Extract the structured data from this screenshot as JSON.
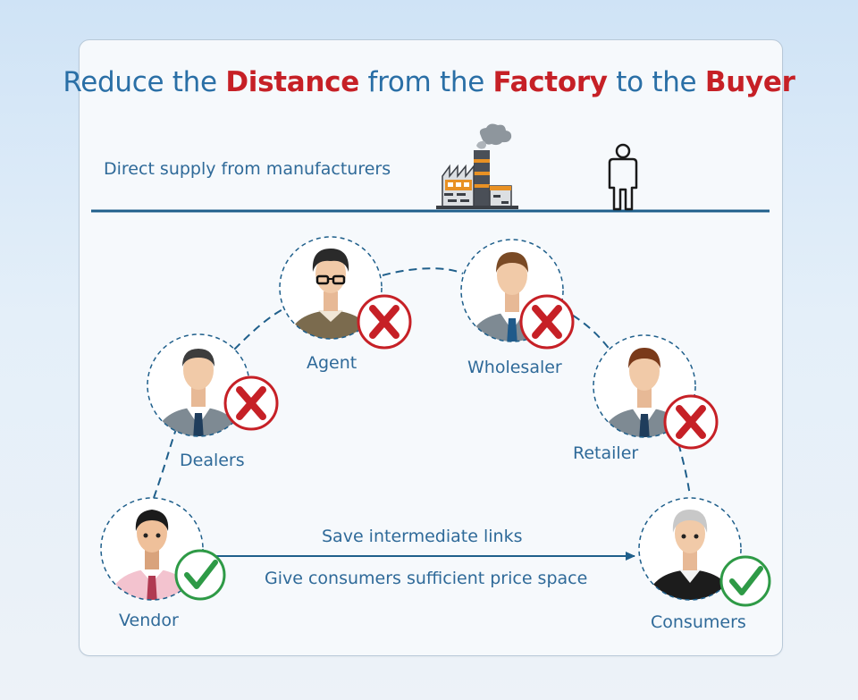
{
  "title": {
    "part1": "Reduce the ",
    "hl1": "Distance",
    "part2": " from the ",
    "hl2": "Factory",
    "part3": " to the ",
    "hl3": "Buyer"
  },
  "subtitle": "Direct supply from manufacturers",
  "nodes": {
    "vendor": "Vendor",
    "dealers": "Dealers",
    "agent": "Agent",
    "wholesaler": "Wholesaler",
    "retailer": "Retailer",
    "consumers": "Consumers"
  },
  "arrow": {
    "top_text": "Save intermediate links",
    "bottom_text": "Give consumers sufficient price space"
  },
  "colors": {
    "primary": "#2f6a99",
    "highlight": "#c62026",
    "check": "#2e9a46",
    "line": "#1f5f8b"
  }
}
